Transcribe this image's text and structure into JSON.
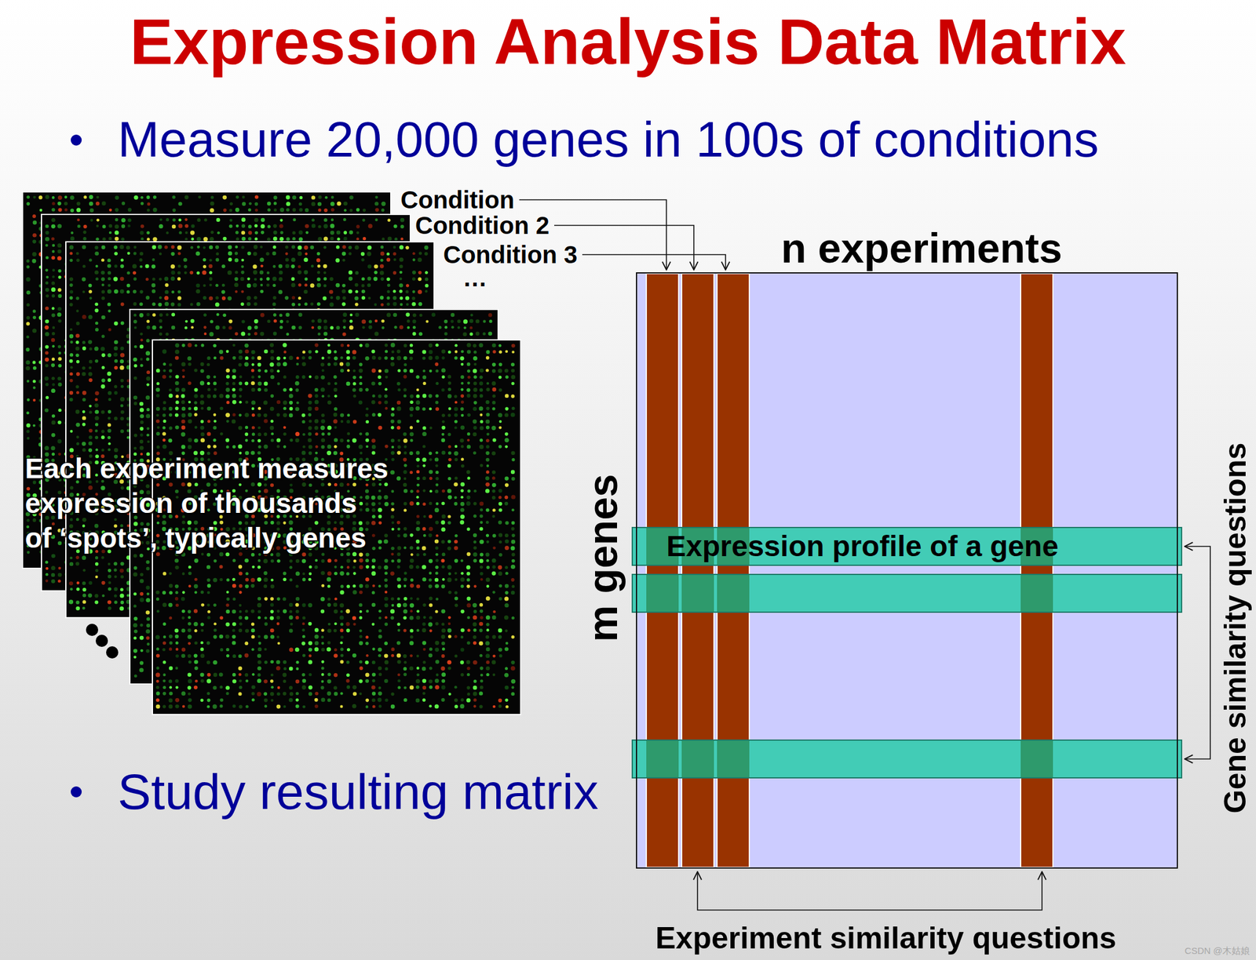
{
  "diagram": {
    "title": "Expression Analysis Data Matrix",
    "nodes": [
      {
        "text": [
          "Each experiment measures expression of thousands of ‘spots’, typically genes"
        ]
      },
      {
        "text": [
          "n experiments",
          "m genes"
        ]
      },
      {
        "text": [
          "Expression profile of a gene"
        ],
        "in": 1
      }
    ],
    "labels": [
      "Measure 20,000 genes in 100s of conditions",
      "Condition",
      "Condition 2",
      "Condition 3",
      "…",
      "Study resulting matrix",
      "Gene similarity questions",
      "Experiment similarity questions",
      "CSDN @木姑娘"
    ]
  }
}
